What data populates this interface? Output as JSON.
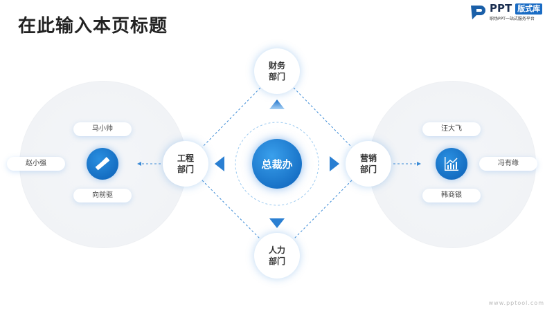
{
  "title": "在此输入本页标题",
  "logo": {
    "brand": "PPT",
    "badge": "版式库",
    "tagline": "职场PPT一站式服务平台"
  },
  "center": {
    "label": "总裁办"
  },
  "departments": {
    "top": [
      "财务",
      "部门"
    ],
    "bottom": [
      "人力",
      "部门"
    ],
    "left": [
      "工程",
      "部门"
    ],
    "right": [
      "营销",
      "部门"
    ]
  },
  "left_group": {
    "icon": "ruler-pencil-icon",
    "members": [
      "马小帅",
      "赵小强",
      "向前驱"
    ]
  },
  "right_group": {
    "icon": "bar-chart-icon",
    "members": [
      "汪大飞",
      "冯有缘",
      "韩商银"
    ]
  },
  "footer": "www.pptool.com",
  "colors": {
    "accent": "#0b6fc8"
  }
}
